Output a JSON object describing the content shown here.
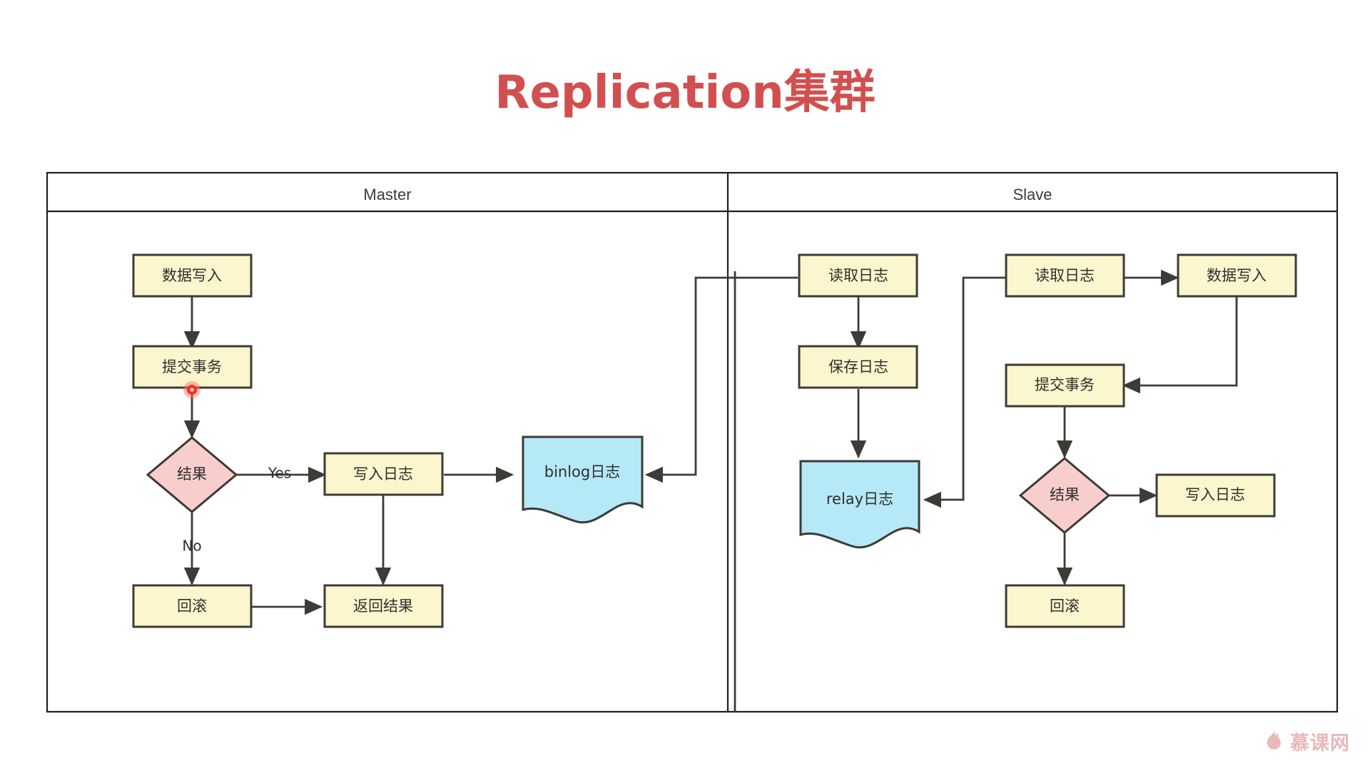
{
  "title": "Replication集群",
  "title_color": "#d1504f",
  "palette": {
    "process_fill": "#fbf6cd",
    "decision_fill": "#f8cecc",
    "document_fill": "#b5e9f7",
    "stroke": "#3c3b36",
    "lane_stroke": "#1f1f1f"
  },
  "lanes": [
    {
      "id": "master",
      "title": "Master"
    },
    {
      "id": "slave",
      "title": "Slave"
    }
  ],
  "master": {
    "nodes": {
      "data_write": "数据写入",
      "commit_tx": "提交事务",
      "result": "结果",
      "write_log": "写入日志",
      "binlog": "binlog日志",
      "rollback": "回滚",
      "return_result": "返回结果"
    },
    "edge_labels": {
      "yes": "Yes",
      "no": "No"
    }
  },
  "slave": {
    "nodes": {
      "read_log_io": "读取日志",
      "save_log": "保存日志",
      "relay_log": "relay日志",
      "read_log_sql": "读取日志",
      "data_write": "数据写入",
      "commit_tx": "提交事务",
      "result": "结果",
      "write_log": "写入日志",
      "rollback": "回滚"
    }
  },
  "watermark": {
    "text": "慕课网",
    "icon": "flame-icon",
    "color": "#df8d8d"
  }
}
